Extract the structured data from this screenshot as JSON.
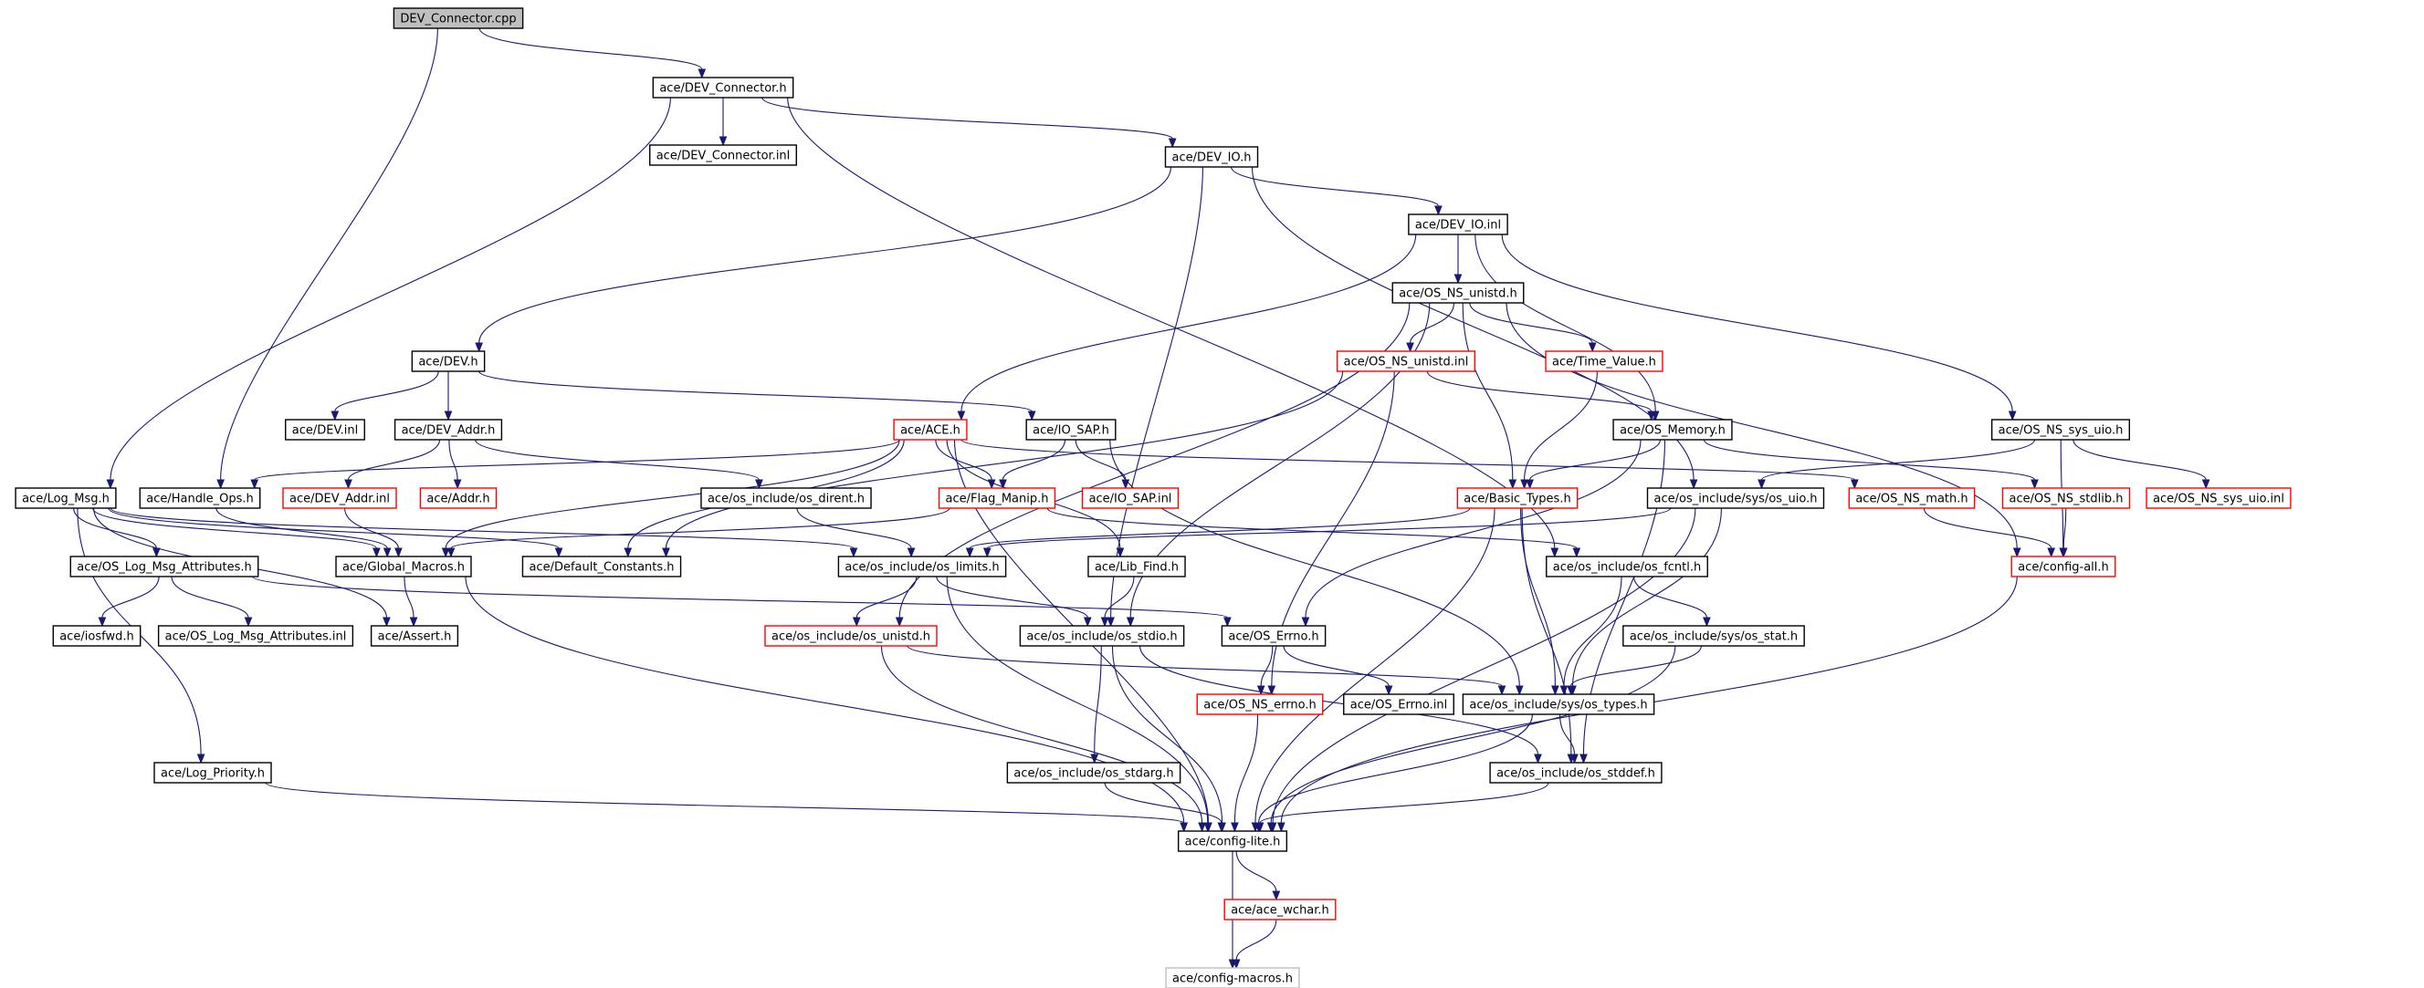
{
  "colors": {
    "edge": "#191970",
    "default_border": "#000000",
    "missing_border": "#ff0000",
    "external_border": "#bfbfbf",
    "root_fill": "#bfbfbf",
    "default_fill": "#ffffff"
  },
  "nodes": [
    {
      "id": "dev_connector_cpp",
      "label": "DEV_Connector.cpp",
      "style": "root"
    },
    {
      "id": "dev_connector_h",
      "label": "ace/DEV_Connector.h",
      "style": "normal"
    },
    {
      "id": "dev_connector_inl",
      "label": "ace/DEV_Connector.inl",
      "style": "normal"
    },
    {
      "id": "dev_io_h",
      "label": "ace/DEV_IO.h",
      "style": "normal"
    },
    {
      "id": "dev_io_inl",
      "label": "ace/DEV_IO.inl",
      "style": "normal"
    },
    {
      "id": "os_ns_unistd_h",
      "label": "ace/OS_NS_unistd.h",
      "style": "normal"
    },
    {
      "id": "dev_h",
      "label": "ace/DEV.h",
      "style": "normal"
    },
    {
      "id": "os_ns_unistd_inl",
      "label": "ace/OS_NS_unistd.inl",
      "style": "missing"
    },
    {
      "id": "time_value_h",
      "label": "ace/Time_Value.h",
      "style": "missing"
    },
    {
      "id": "dev_inl",
      "label": "ace/DEV.inl",
      "style": "normal"
    },
    {
      "id": "dev_addr_h",
      "label": "ace/DEV_Addr.h",
      "style": "normal"
    },
    {
      "id": "ace_h",
      "label": "ace/ACE.h",
      "style": "missing"
    },
    {
      "id": "io_sap_h",
      "label": "ace/IO_SAP.h",
      "style": "normal"
    },
    {
      "id": "os_memory_h",
      "label": "ace/OS_Memory.h",
      "style": "normal"
    },
    {
      "id": "os_ns_sys_uio_h",
      "label": "ace/OS_NS_sys_uio.h",
      "style": "normal"
    },
    {
      "id": "log_msg_h",
      "label": "ace/Log_Msg.h",
      "style": "normal"
    },
    {
      "id": "handle_ops_h",
      "label": "ace/Handle_Ops.h",
      "style": "normal"
    },
    {
      "id": "dev_addr_inl",
      "label": "ace/DEV_Addr.inl",
      "style": "missing"
    },
    {
      "id": "addr_h",
      "label": "ace/Addr.h",
      "style": "missing"
    },
    {
      "id": "os_dirent_h",
      "label": "ace/os_include/os_dirent.h",
      "style": "normal"
    },
    {
      "id": "flag_manip_h",
      "label": "ace/Flag_Manip.h",
      "style": "missing"
    },
    {
      "id": "io_sap_inl",
      "label": "ace/IO_SAP.inl",
      "style": "missing"
    },
    {
      "id": "basic_types_h",
      "label": "ace/Basic_Types.h",
      "style": "missing"
    },
    {
      "id": "sys_os_uio_h",
      "label": "ace/os_include/sys/os_uio.h",
      "style": "normal"
    },
    {
      "id": "os_ns_math_h",
      "label": "ace/OS_NS_math.h",
      "style": "missing"
    },
    {
      "id": "os_ns_stdlib_h",
      "label": "ace/OS_NS_stdlib.h",
      "style": "missing"
    },
    {
      "id": "os_ns_sys_uio_inl",
      "label": "ace/OS_NS_sys_uio.inl",
      "style": "missing"
    },
    {
      "id": "os_log_msg_attributes_h",
      "label": "ace/OS_Log_Msg_Attributes.h",
      "style": "normal"
    },
    {
      "id": "global_macros_h",
      "label": "ace/Global_Macros.h",
      "style": "normal"
    },
    {
      "id": "default_constants_h",
      "label": "ace/Default_Constants.h",
      "style": "normal"
    },
    {
      "id": "os_limits_h",
      "label": "ace/os_include/os_limits.h",
      "style": "normal"
    },
    {
      "id": "lib_find_h",
      "label": "ace/Lib_Find.h",
      "style": "normal"
    },
    {
      "id": "os_fcntl_h",
      "label": "ace/os_include/os_fcntl.h",
      "style": "normal"
    },
    {
      "id": "config_all_h",
      "label": "ace/config-all.h",
      "style": "missing"
    },
    {
      "id": "iosfwd_h",
      "label": "ace/iosfwd.h",
      "style": "normal"
    },
    {
      "id": "os_log_msg_attributes_inl",
      "label": "ace/OS_Log_Msg_Attributes.inl",
      "style": "normal"
    },
    {
      "id": "assert_h",
      "label": "ace/Assert.h",
      "style": "normal"
    },
    {
      "id": "os_unistd_h",
      "label": "ace/os_include/os_unistd.h",
      "style": "missing"
    },
    {
      "id": "os_stdio_h",
      "label": "ace/os_include/os_stdio.h",
      "style": "normal"
    },
    {
      "id": "os_errno_h",
      "label": "ace/OS_Errno.h",
      "style": "normal"
    },
    {
      "id": "sys_os_stat_h",
      "label": "ace/os_include/sys/os_stat.h",
      "style": "normal"
    },
    {
      "id": "os_ns_errno_h",
      "label": "ace/OS_NS_errno.h",
      "style": "missing"
    },
    {
      "id": "os_errno_inl",
      "label": "ace/OS_Errno.inl",
      "style": "normal"
    },
    {
      "id": "sys_os_types_h",
      "label": "ace/os_include/sys/os_types.h",
      "style": "normal"
    },
    {
      "id": "log_priority_h",
      "label": "ace/Log_Priority.h",
      "style": "normal"
    },
    {
      "id": "os_stdarg_h",
      "label": "ace/os_include/os_stdarg.h",
      "style": "normal"
    },
    {
      "id": "os_stddef_h",
      "label": "ace/os_include/os_stddef.h",
      "style": "normal"
    },
    {
      "id": "config_lite_h",
      "label": "ace/config-lite.h",
      "style": "normal"
    },
    {
      "id": "ace_wchar_h",
      "label": "ace/ace_wchar.h",
      "style": "missing"
    },
    {
      "id": "config_macros_h",
      "label": "ace/config-macros.h",
      "style": "external"
    }
  ],
  "edges": [
    [
      "dev_connector_cpp",
      "dev_connector_h"
    ],
    [
      "dev_connector_cpp",
      "handle_ops_h"
    ],
    [
      "dev_connector_h",
      "dev_connector_inl"
    ],
    [
      "dev_connector_h",
      "dev_io_h"
    ],
    [
      "dev_connector_h",
      "log_msg_h"
    ],
    [
      "dev_connector_h",
      "os_fcntl_h"
    ],
    [
      "dev_io_h",
      "dev_io_inl"
    ],
    [
      "dev_io_h",
      "dev_h"
    ],
    [
      "dev_io_h",
      "sys_os_uio_h"
    ],
    [
      "dev_io_h",
      "os_stdio_h"
    ],
    [
      "dev_io_inl",
      "os_ns_unistd_h"
    ],
    [
      "dev_io_inl",
      "ace_h"
    ],
    [
      "dev_io_inl",
      "os_memory_h"
    ],
    [
      "dev_io_inl",
      "os_ns_sys_uio_h"
    ],
    [
      "os_ns_unistd_h",
      "os_ns_unistd_inl"
    ],
    [
      "os_ns_unistd_h",
      "time_value_h"
    ],
    [
      "os_ns_unistd_h",
      "basic_types_h"
    ],
    [
      "os_ns_unistd_h",
      "os_unistd_h"
    ],
    [
      "os_ns_unistd_h",
      "config_all_h"
    ],
    [
      "os_ns_unistd_h",
      "os_stdio_h"
    ],
    [
      "dev_h",
      "dev_inl"
    ],
    [
      "dev_h",
      "dev_addr_h"
    ],
    [
      "dev_h",
      "io_sap_h"
    ],
    [
      "os_ns_unistd_inl",
      "os_memory_h"
    ],
    [
      "os_ns_unistd_inl",
      "default_constants_h"
    ],
    [
      "os_ns_unistd_inl",
      "os_ns_errno_h"
    ],
    [
      "time_value_h",
      "basic_types_h"
    ],
    [
      "dev_addr_h",
      "dev_addr_inl"
    ],
    [
      "dev_addr_h",
      "addr_h"
    ],
    [
      "dev_addr_h",
      "os_dirent_h"
    ],
    [
      "ace_h",
      "handle_ops_h"
    ],
    [
      "ace_h",
      "flag_manip_h"
    ],
    [
      "ace_h",
      "global_macros_h"
    ],
    [
      "ace_h",
      "default_constants_h"
    ],
    [
      "ace_h",
      "lib_find_h"
    ],
    [
      "ace_h",
      "os_ns_math_h"
    ],
    [
      "ace_h",
      "config_lite_h"
    ],
    [
      "io_sap_h",
      "flag_manip_h"
    ],
    [
      "io_sap_h",
      "io_sap_inl"
    ],
    [
      "io_sap_h",
      "sys_os_types_h"
    ],
    [
      "os_memory_h",
      "basic_types_h"
    ],
    [
      "os_memory_h",
      "os_ns_stdlib_h"
    ],
    [
      "os_memory_h",
      "os_errno_h"
    ],
    [
      "os_memory_h",
      "os_stddef_h"
    ],
    [
      "os_ns_sys_uio_h",
      "sys_os_uio_h"
    ],
    [
      "os_ns_sys_uio_h",
      "os_ns_sys_uio_inl"
    ],
    [
      "os_ns_sys_uio_h",
      "config_all_h"
    ],
    [
      "log_msg_h",
      "os_log_msg_attributes_h"
    ],
    [
      "log_msg_h",
      "global_macros_h"
    ],
    [
      "log_msg_h",
      "default_constants_h"
    ],
    [
      "log_msg_h",
      "os_limits_h"
    ],
    [
      "log_msg_h",
      "assert_h"
    ],
    [
      "log_msg_h",
      "log_priority_h"
    ],
    [
      "handle_ops_h",
      "global_macros_h"
    ],
    [
      "dev_addr_inl",
      "global_macros_h"
    ],
    [
      "os_dirent_h",
      "os_limits_h"
    ],
    [
      "flag_manip_h",
      "global_macros_h"
    ],
    [
      "flag_manip_h",
      "os_fcntl_h"
    ],
    [
      "basic_types_h",
      "os_limits_h"
    ],
    [
      "basic_types_h",
      "sys_os_types_h"
    ],
    [
      "basic_types_h",
      "os_stddef_h"
    ],
    [
      "basic_types_h",
      "config_lite_h"
    ],
    [
      "sys_os_uio_h",
      "os_limits_h"
    ],
    [
      "sys_os_uio_h",
      "sys_os_types_h"
    ],
    [
      "sys_os_uio_h",
      "config_lite_h"
    ],
    [
      "os_ns_math_h",
      "config_all_h"
    ],
    [
      "os_ns_stdlib_h",
      "config_all_h"
    ],
    [
      "os_log_msg_attributes_h",
      "iosfwd_h"
    ],
    [
      "os_log_msg_attributes_h",
      "os_log_msg_attributes_inl"
    ],
    [
      "os_log_msg_attributes_h",
      "os_errno_h"
    ],
    [
      "global_macros_h",
      "assert_h"
    ],
    [
      "global_macros_h",
      "config_lite_h"
    ],
    [
      "os_limits_h",
      "os_unistd_h"
    ],
    [
      "os_limits_h",
      "os_stdio_h"
    ],
    [
      "os_limits_h",
      "config_lite_h"
    ],
    [
      "lib_find_h",
      "os_stdio_h"
    ],
    [
      "os_fcntl_h",
      "sys_os_stat_h"
    ],
    [
      "os_fcntl_h",
      "sys_os_types_h"
    ],
    [
      "config_all_h",
      "config_lite_h"
    ],
    [
      "os_unistd_h",
      "sys_os_types_h"
    ],
    [
      "os_unistd_h",
      "config_lite_h"
    ],
    [
      "os_stdio_h",
      "os_stdarg_h"
    ],
    [
      "os_stdio_h",
      "os_stddef_h"
    ],
    [
      "os_stdio_h",
      "config_lite_h"
    ],
    [
      "os_errno_h",
      "os_ns_errno_h"
    ],
    [
      "os_errno_h",
      "os_errno_inl"
    ],
    [
      "sys_os_stat_h",
      "sys_os_types_h"
    ],
    [
      "sys_os_stat_h",
      "config_lite_h"
    ],
    [
      "os_ns_errno_h",
      "config_lite_h"
    ],
    [
      "sys_os_types_h",
      "os_stddef_h"
    ],
    [
      "sys_os_types_h",
      "config_lite_h"
    ],
    [
      "log_priority_h",
      "config_lite_h"
    ],
    [
      "os_stdarg_h",
      "config_lite_h"
    ],
    [
      "os_stddef_h",
      "config_lite_h"
    ],
    [
      "config_lite_h",
      "ace_wchar_h"
    ],
    [
      "config_lite_h",
      "config_macros_h"
    ],
    [
      "ace_wchar_h",
      "config_macros_h"
    ]
  ]
}
